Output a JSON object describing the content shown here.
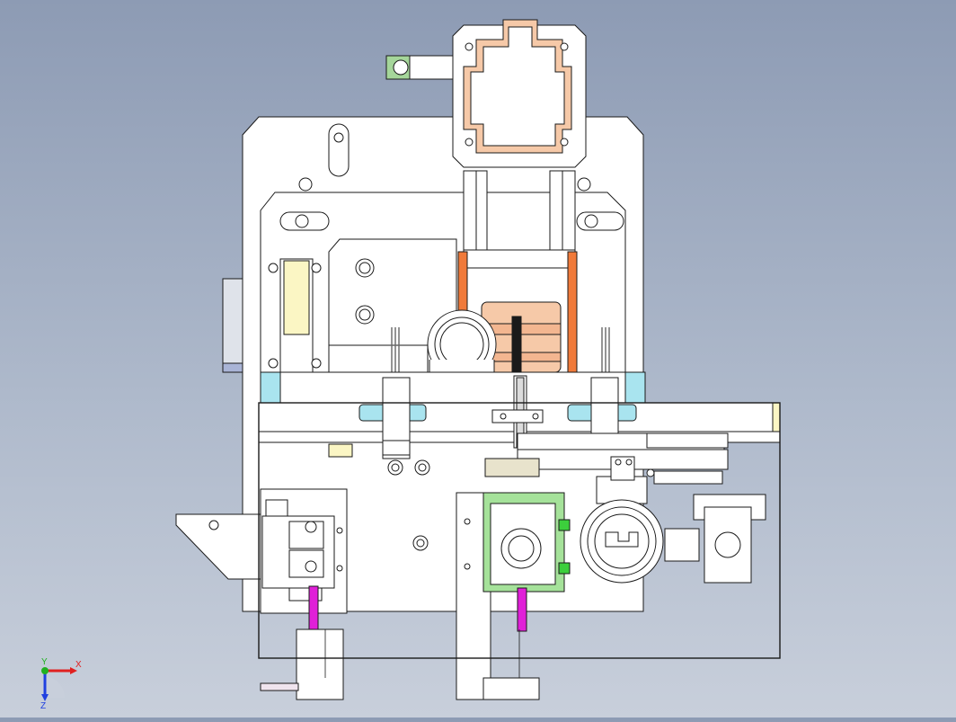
{
  "viewport": {
    "background_top": "#8d9bb4",
    "background_bottom": "#c8cfdb",
    "line_color": "#1a1a1a",
    "part_fill": "#ffffff",
    "accent_orange": "#f07a3a",
    "accent_peach": "#f6c9a8",
    "accent_cyan": "#a9e4ef",
    "accent_magenta": "#e020d8",
    "accent_green": "#3ccf3c",
    "accent_yellow": "#fbf6c4",
    "accent_blue_grey": "#a9b4d6"
  },
  "triad": {
    "x_label": "X",
    "y_label": "Y",
    "z_label": "Z",
    "x_color": "#e02020",
    "y_color": "#20b020",
    "z_color": "#2040e0"
  }
}
